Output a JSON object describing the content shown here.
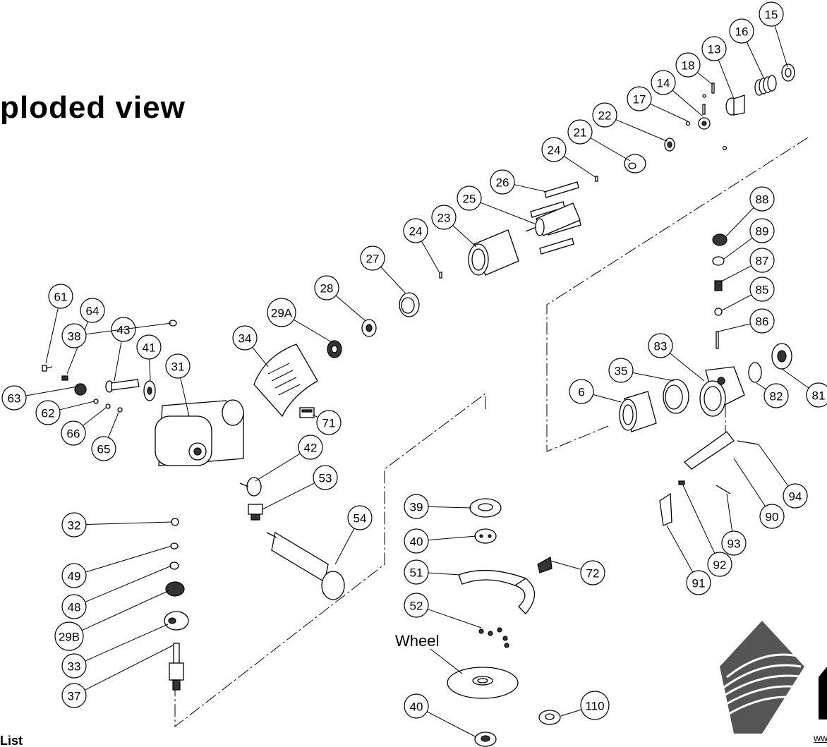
{
  "title": "ploded view",
  "footer": {
    "list_label": "List",
    "url_fragment": "ww"
  },
  "wheel_label": "Wheel",
  "callouts": [
    {
      "id": "c15",
      "label": "15"
    },
    {
      "id": "c16",
      "label": "16"
    },
    {
      "id": "c13",
      "label": "13"
    },
    {
      "id": "c18",
      "label": "18"
    },
    {
      "id": "c14",
      "label": "14"
    },
    {
      "id": "c17",
      "label": "17"
    },
    {
      "id": "c22",
      "label": "22"
    },
    {
      "id": "c21",
      "label": "21"
    },
    {
      "id": "c24a",
      "label": "24"
    },
    {
      "id": "c26",
      "label": "26"
    },
    {
      "id": "c25",
      "label": "25"
    },
    {
      "id": "c23",
      "label": "23"
    },
    {
      "id": "c24b",
      "label": "24"
    },
    {
      "id": "c27",
      "label": "27"
    },
    {
      "id": "c28",
      "label": "28"
    },
    {
      "id": "c29A",
      "label": "29A"
    },
    {
      "id": "c34",
      "label": "34"
    },
    {
      "id": "c61",
      "label": "61"
    },
    {
      "id": "c64",
      "label": "64"
    },
    {
      "id": "c43",
      "label": "43"
    },
    {
      "id": "c41",
      "label": "41"
    },
    {
      "id": "c31",
      "label": "31"
    },
    {
      "id": "c63",
      "label": "63"
    },
    {
      "id": "c62",
      "label": "62"
    },
    {
      "id": "c66",
      "label": "66"
    },
    {
      "id": "c65",
      "label": "65"
    },
    {
      "id": "c71",
      "label": "71"
    },
    {
      "id": "c42",
      "label": "42"
    },
    {
      "id": "c53",
      "label": "53"
    },
    {
      "id": "c54",
      "label": "54"
    },
    {
      "id": "c38",
      "label": "38"
    },
    {
      "id": "c32",
      "label": "32"
    },
    {
      "id": "c49",
      "label": "49"
    },
    {
      "id": "c48",
      "label": "48"
    },
    {
      "id": "c29B",
      "label": "29B"
    },
    {
      "id": "c33",
      "label": "33"
    },
    {
      "id": "c37",
      "label": "37"
    },
    {
      "id": "c39",
      "label": "39"
    },
    {
      "id": "c40a",
      "label": "40"
    },
    {
      "id": "c51",
      "label": "51"
    },
    {
      "id": "c72",
      "label": "72"
    },
    {
      "id": "c52",
      "label": "52"
    },
    {
      "id": "c40b",
      "label": "40"
    },
    {
      "id": "c110",
      "label": "110"
    },
    {
      "id": "c88",
      "label": "88"
    },
    {
      "id": "c89",
      "label": "89"
    },
    {
      "id": "c87",
      "label": "87"
    },
    {
      "id": "c85",
      "label": "85"
    },
    {
      "id": "c86",
      "label": "86"
    },
    {
      "id": "c83",
      "label": "83"
    },
    {
      "id": "c81",
      "label": "81"
    },
    {
      "id": "c82",
      "label": "82"
    },
    {
      "id": "c35",
      "label": "35"
    },
    {
      "id": "c6",
      "label": "6"
    },
    {
      "id": "c94",
      "label": "94"
    },
    {
      "id": "c90",
      "label": "90"
    },
    {
      "id": "c93",
      "label": "93"
    },
    {
      "id": "c92",
      "label": "92"
    },
    {
      "id": "c91",
      "label": "91"
    }
  ]
}
